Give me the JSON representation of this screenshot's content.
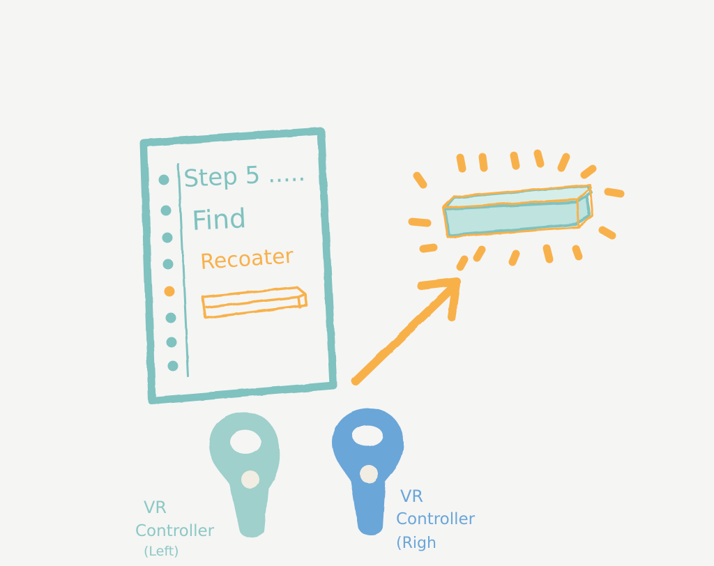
{
  "colors": {
    "background": "#f5f5f4",
    "teal": "#7fc2bf",
    "teal_fill": "#bfe3df",
    "orange": "#f8b14a",
    "blue": "#6aa6d8",
    "controller_button": "#f1ede3"
  },
  "panel": {
    "step_label": "Step 5 .....",
    "instruction_line1": "Find",
    "instruction_line2": "Recoater",
    "progress_dots": [
      {
        "state": "done"
      },
      {
        "state": "done"
      },
      {
        "state": "done"
      },
      {
        "state": "done"
      },
      {
        "state": "current"
      },
      {
        "state": "todo"
      },
      {
        "state": "todo"
      },
      {
        "state": "todo"
      }
    ]
  },
  "target_object": {
    "icon": "recoater-bar-icon",
    "highlight": "glow-rays"
  },
  "pointer": {
    "icon": "arrow-icon"
  },
  "controllers": {
    "left": {
      "label_line1": "VR",
      "label_line2": "Controller",
      "label_line3": "(Left)"
    },
    "right": {
      "label_line1": "VR",
      "label_line2": "Controller",
      "label_line3": "(Righ"
    }
  }
}
